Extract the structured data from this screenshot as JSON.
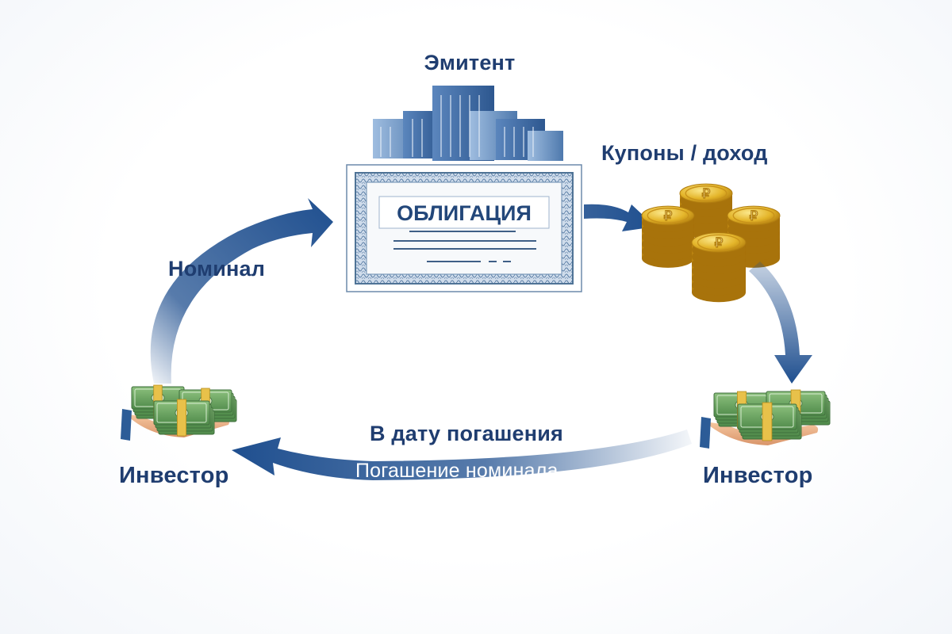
{
  "labels": {
    "issuer": "Эмитент",
    "coupons": "Купоны / доход",
    "nominal": "Номинал",
    "investor_left": "Инвестор",
    "investor_right": "Инвестор",
    "maturity_date": "В дату погашения",
    "nominal_repayment": "Погашение номинала"
  },
  "bond": {
    "title": "ОБЛИГАЦИЯ"
  },
  "coin_symbol": "₽",
  "colors": {
    "text": "#1f3d70",
    "arrow": "#1f4f8f",
    "bond_border": "#4f7396",
    "coin": "#e0b21f",
    "cash": "#5d9a57"
  }
}
